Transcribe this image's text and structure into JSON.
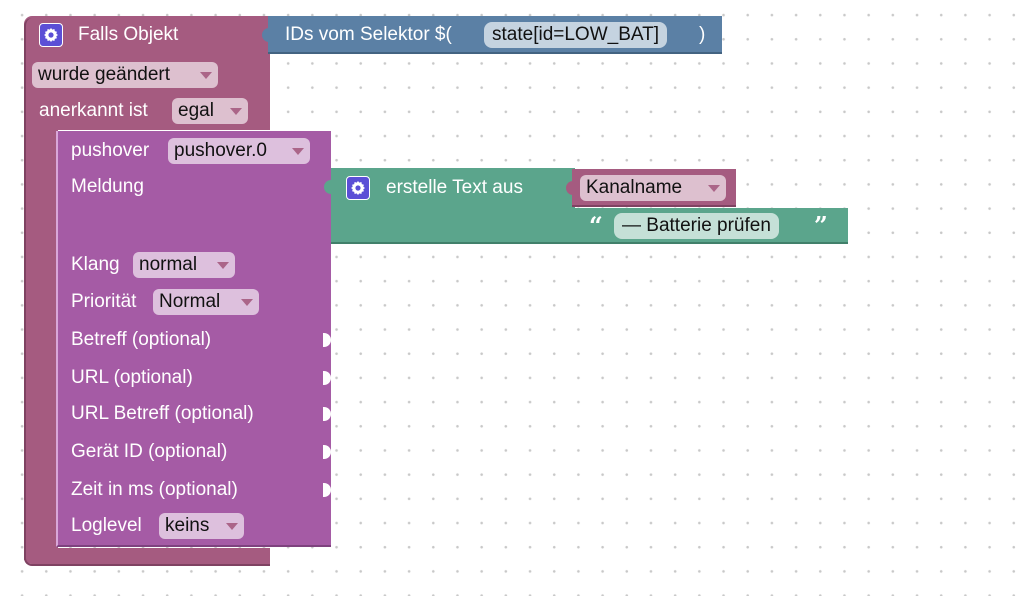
{
  "event_block": {
    "title": "Falls Objekt",
    "trigger_value": "wurde geändert",
    "ack_label": "anerkannt ist",
    "ack_value": "egal"
  },
  "selector_block": {
    "prefix": "IDs vom Selektor $(",
    "selector": "state[id=LOW_BAT]",
    "suffix": ")"
  },
  "pushover_block": {
    "label": "pushover",
    "instance": "pushover.0",
    "message_label": "Meldung",
    "sound_label": "Klang",
    "sound_value": "normal",
    "priority_label": "Priorität",
    "priority_value": "Normal",
    "subject_label": "Betreff (optional)",
    "url_label": "URL (optional)",
    "url_subject_label": "URL Betreff (optional)",
    "device_label": "Gerät ID (optional)",
    "time_label": "Zeit in ms (optional)",
    "loglevel_label": "Loglevel",
    "loglevel_value": "keins"
  },
  "text_block": {
    "label": "erstelle Text aus",
    "channel_value": "Kanalname",
    "string_value": "— Batterie prüfen",
    "open_quote": "“",
    "close_quote": "”"
  },
  "icons": {
    "settings": "gear-icon"
  },
  "colors": {
    "event": "#a55b80",
    "selector": "#5b80a5",
    "pushover": "#a55ba5",
    "text": "#5ba58c",
    "gear": "#5b4fd6"
  }
}
